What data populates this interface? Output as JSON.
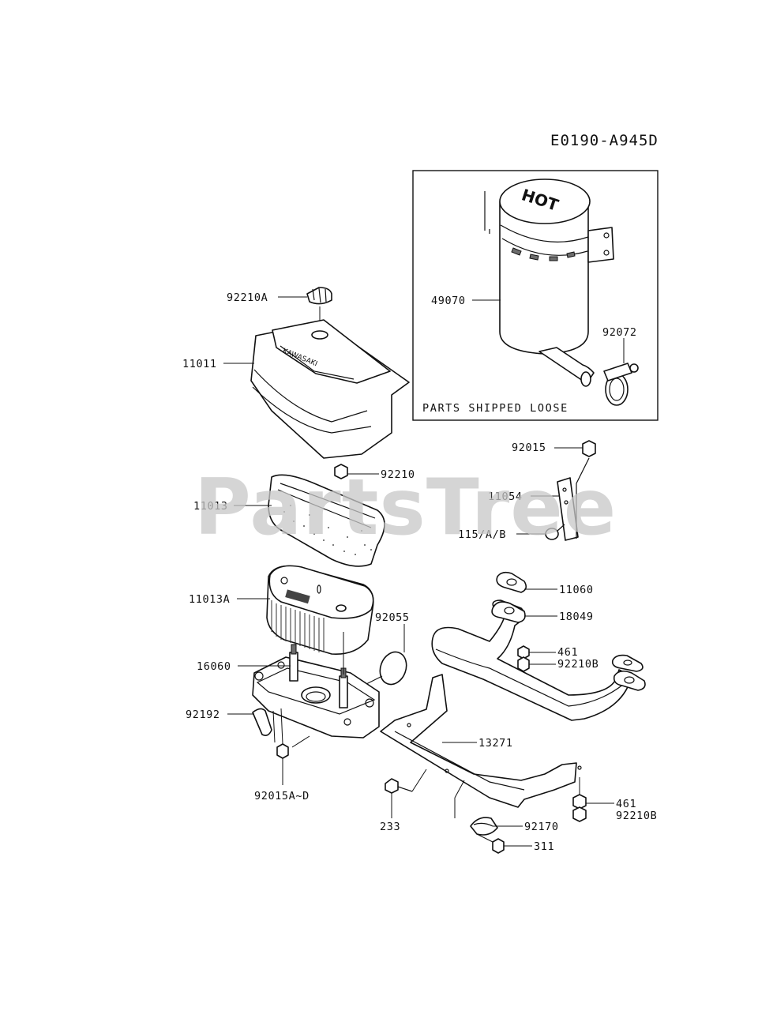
{
  "diagram_code": "E0190-A945D",
  "watermark": "PartsTree",
  "inset": {
    "caption": "PARTS SHIPPED LOOSE"
  },
  "labels": {
    "p92210A": "92210A",
    "p11011": "11011",
    "p92210": "92210",
    "p11013": "11013",
    "p11013A": "11013A",
    "p92055": "92055",
    "p16060": "16060",
    "p92192": "92192",
    "p92015AD": "92015A~D",
    "p49070": "49070",
    "p92072": "92072",
    "p92015": "92015",
    "p11054": "11054",
    "p115AB": "115/A/B",
    "p11060": "11060",
    "p18049": "18049",
    "p461a": "461",
    "p92210Ba": "92210B",
    "p13271": "13271",
    "p233": "233",
    "p461b": "461",
    "p92210Bb": "92210B",
    "p92170": "92170",
    "p311": "311"
  }
}
